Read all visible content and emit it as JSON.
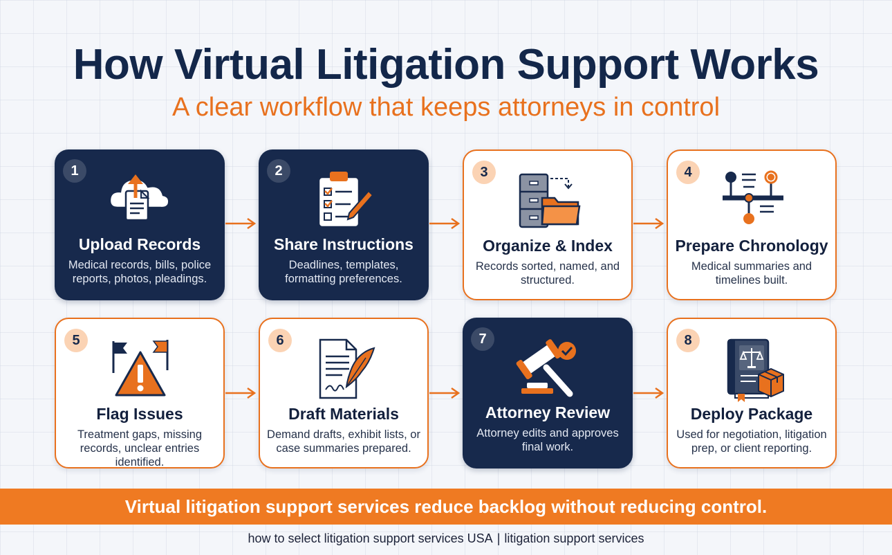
{
  "header": {
    "title": "How Virtual Litigation Support Works",
    "subtitle": "A clear workflow that keeps attorneys in control"
  },
  "steps": [
    {
      "number": "1",
      "title": "Upload Records",
      "description": "Medical records, bills, police reports, photos, pleadings.",
      "style": "dark",
      "icon": "cloud-upload-icon"
    },
    {
      "number": "2",
      "title": "Share Instructions",
      "description": "Deadlines, templates, formatting preferences.",
      "style": "dark",
      "icon": "clipboard-checklist-icon"
    },
    {
      "number": "3",
      "title": "Organize & Index",
      "description": "Records sorted, named, and structured.",
      "style": "light",
      "icon": "file-cabinet-folder-icon"
    },
    {
      "number": "4",
      "title": "Prepare Chronology",
      "description": "Medical summaries and timelines built.",
      "style": "light",
      "icon": "timeline-icon"
    },
    {
      "number": "5",
      "title": "Flag Issues",
      "description": "Treatment gaps, missing records, unclear entries identified.",
      "style": "light",
      "icon": "warning-flags-icon"
    },
    {
      "number": "6",
      "title": "Draft Materials",
      "description": "Demand drafts, exhibit lists, or case summaries prepared.",
      "style": "light",
      "icon": "document-quill-icon"
    },
    {
      "number": "7",
      "title": "Attorney Review",
      "description": "Attorney edits and approves final work.",
      "style": "dark",
      "icon": "gavel-check-icon"
    },
    {
      "number": "8",
      "title": "Deploy Package",
      "description": "Used for negotiation, litigation prep, or client reporting.",
      "style": "light",
      "icon": "law-book-package-icon"
    }
  ],
  "banner": {
    "text": "Virtual litigation support services reduce backlog without reducing control."
  },
  "footer": {
    "left": "how to select litigation support services USA",
    "separator": "|",
    "right": "litigation support services"
  },
  "colors": {
    "navy": "#17294c",
    "orange": "#e8711e",
    "banner": "#ef7a22",
    "badge_light": "#fbd3b4"
  }
}
